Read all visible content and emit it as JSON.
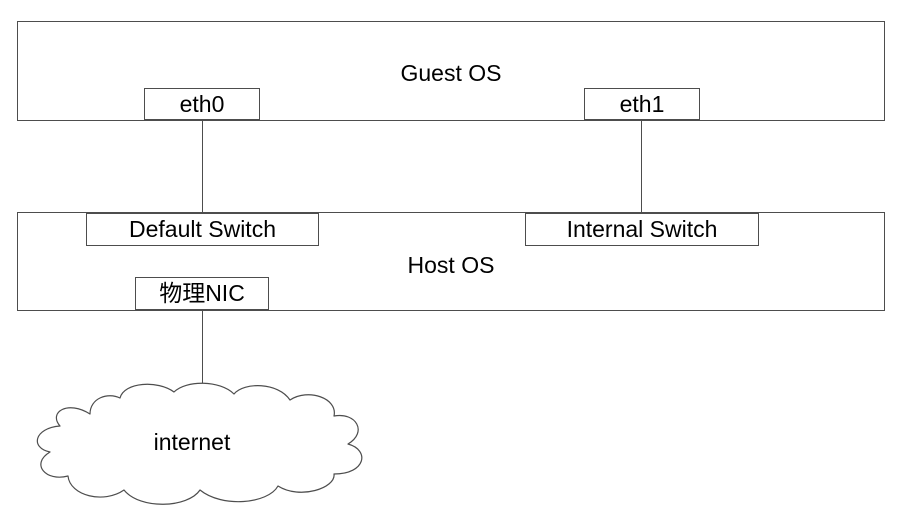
{
  "diagram": {
    "guest": {
      "label": "Guest OS",
      "ports": {
        "eth0": "eth0",
        "eth1": "eth1"
      }
    },
    "host": {
      "label": "Host OS",
      "switches": {
        "default": "Default Switch",
        "internal": "Internal Switch"
      },
      "nic": "物理NIC"
    },
    "cloud": {
      "label": "internet"
    }
  }
}
